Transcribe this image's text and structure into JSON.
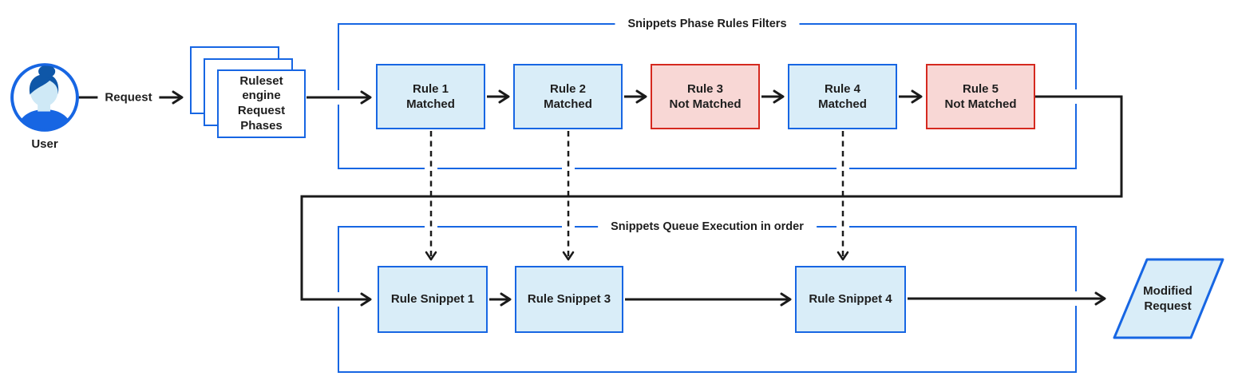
{
  "colors": {
    "blue": "#1766e3",
    "light_blue": "#d9edf8",
    "red": "#d5291f",
    "light_red": "#f8d7d5",
    "line_black": "#1a1a1a",
    "text": "#1e1e1e"
  },
  "user": {
    "label": "User"
  },
  "request_label": "Request",
  "ruleset_stack": {
    "label": "Ruleset\nengine\nRequest\nPhases"
  },
  "filters": {
    "title": "Snippets Phase Rules Filters",
    "rules": [
      {
        "label": "Rule 1\nMatched",
        "status": "matched"
      },
      {
        "label": "Rule 2\nMatched",
        "status": "matched"
      },
      {
        "label": "Rule 3\nNot Matched",
        "status": "not-matched"
      },
      {
        "label": "Rule 4\nMatched",
        "status": "matched"
      },
      {
        "label": "Rule 5\nNot Matched",
        "status": "not-matched"
      }
    ]
  },
  "queue": {
    "title": "Snippets Queue Execution in order",
    "snippets": [
      {
        "label": "Rule Snippet 1"
      },
      {
        "label": "Rule Snippet 3"
      },
      {
        "label": "Rule Snippet 4"
      }
    ]
  },
  "output": {
    "label": "Modified\nRequest"
  }
}
